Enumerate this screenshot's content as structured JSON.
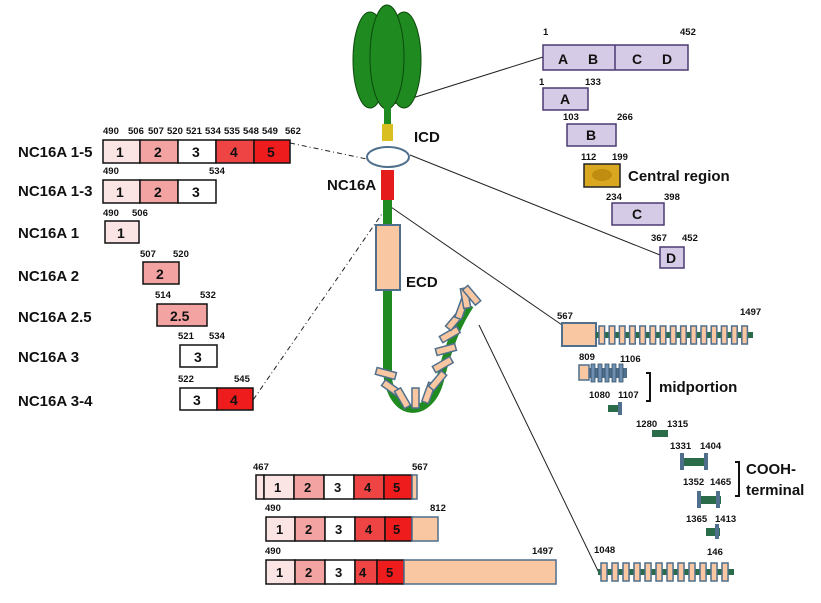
{
  "colors": {
    "c1": "#fbe4e4",
    "c2": "#f4a3a3",
    "c3": "#ffffff",
    "c4": "#ee3a3a",
    "c5": "#ee1c1c",
    "ecd_peach": "#f9c8a3",
    "outline_blue": "#4f6f8c",
    "green": "#1f8a1f",
    "red": "#e51c1c",
    "gold": "#d9a820",
    "lavender": "#d6cbe6",
    "purple_outline": "#4b3a72"
  },
  "labels": {
    "icd": "ICD",
    "nc16a": "NC16A",
    "ecd": "ECD",
    "central_region": "Central region",
    "midportion": "midportion",
    "cooh_line1": "COOH-",
    "cooh_line2": "terminal"
  },
  "nc16a_constructs": [
    {
      "name": "NC16A 1-5",
      "segments": [
        "1",
        "2",
        "3",
        "4",
        "5"
      ],
      "numbers": [
        "490",
        "506",
        "507",
        "520",
        "521",
        "534",
        "535",
        "548",
        "549",
        "562"
      ]
    },
    {
      "name": "NC16A 1-3",
      "segments": [
        "1",
        "2",
        "3"
      ],
      "numbers": [
        "490",
        "534"
      ]
    },
    {
      "name": "NC16A 1",
      "segments": [
        "1"
      ],
      "numbers": [
        "490",
        "506"
      ]
    },
    {
      "name": "NC16A 2",
      "segments": [
        "2"
      ],
      "numbers": [
        "507",
        "520"
      ]
    },
    {
      "name": "NC16A 2.5",
      "segments": [
        "2.5"
      ],
      "numbers": [
        "514",
        "532"
      ]
    },
    {
      "name": "NC16A 3",
      "segments": [
        "3"
      ],
      "numbers": [
        "521",
        "534"
      ]
    },
    {
      "name": "NC16A 3-4",
      "segments": [
        "3",
        "4"
      ],
      "numbers": [
        "522",
        "545"
      ]
    }
  ],
  "icd_domains": {
    "full": {
      "segments": [
        "A",
        "B",
        "C",
        "D"
      ],
      "start": "1",
      "end": "452"
    },
    "a": {
      "label": "A",
      "start": "1",
      "end": "133"
    },
    "b": {
      "label": "B",
      "start": "103",
      "end": "266"
    },
    "central": {
      "start": "112",
      "end": "199"
    },
    "c": {
      "label": "C",
      "start": "234",
      "end": "398"
    },
    "d": {
      "label": "D",
      "start": "367",
      "end": "452"
    }
  },
  "ecd_fragments": {
    "full": {
      "start": "567",
      "end": "1497"
    },
    "f1": {
      "start": "809",
      "end": "1106"
    },
    "f2": {
      "start": "1080",
      "end": "1107"
    },
    "f3": {
      "start": "1280",
      "end": "1315"
    },
    "f4": {
      "start": "1331",
      "end": "1404"
    },
    "f5": {
      "start": "1352",
      "end": "1465"
    },
    "f6": {
      "start": "1365",
      "end": "1413"
    },
    "tail": {
      "start": "1048",
      "end": "146"
    }
  },
  "bottom_constructs": [
    {
      "segments": [
        "1",
        "2",
        "3",
        "4",
        "5"
      ],
      "start": "467",
      "end": "567"
    },
    {
      "segments": [
        "1",
        "2",
        "3",
        "4",
        "5"
      ],
      "start": "490",
      "end": "812"
    },
    {
      "segments": [
        "1",
        "2",
        "3",
        "4",
        "5"
      ],
      "start": "490",
      "end": "1497"
    }
  ]
}
